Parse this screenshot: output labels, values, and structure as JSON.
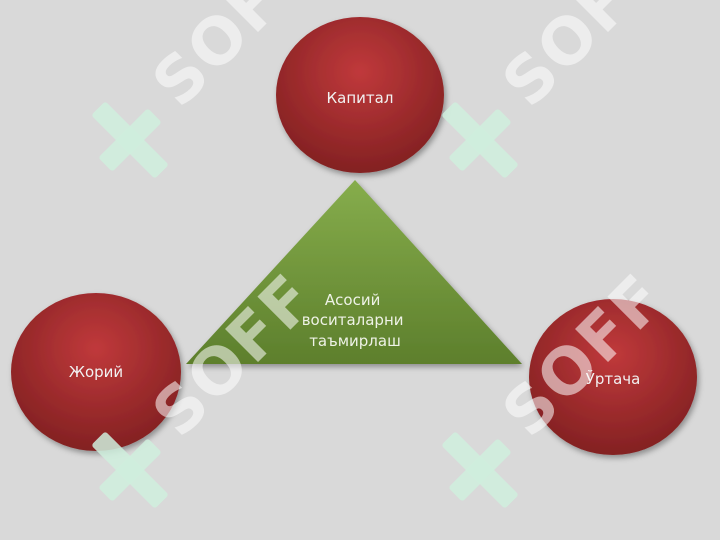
{
  "diagram": {
    "center": {
      "lines": [
        "Асосий",
        "воситаларни",
        "таъмирлаш"
      ]
    },
    "nodes": {
      "top": "Капитал",
      "left": "Жорий",
      "right": "Ўртача"
    }
  },
  "watermark": {
    "text": "SOFF",
    "icon": "soff-logo-icon"
  },
  "colors": {
    "background": "#d9d9d9",
    "circle_light": "#c0393b",
    "circle_dark": "#7e1f20",
    "triangle_light": "#86ad4c",
    "triangle_dark": "#5d7f2c"
  }
}
